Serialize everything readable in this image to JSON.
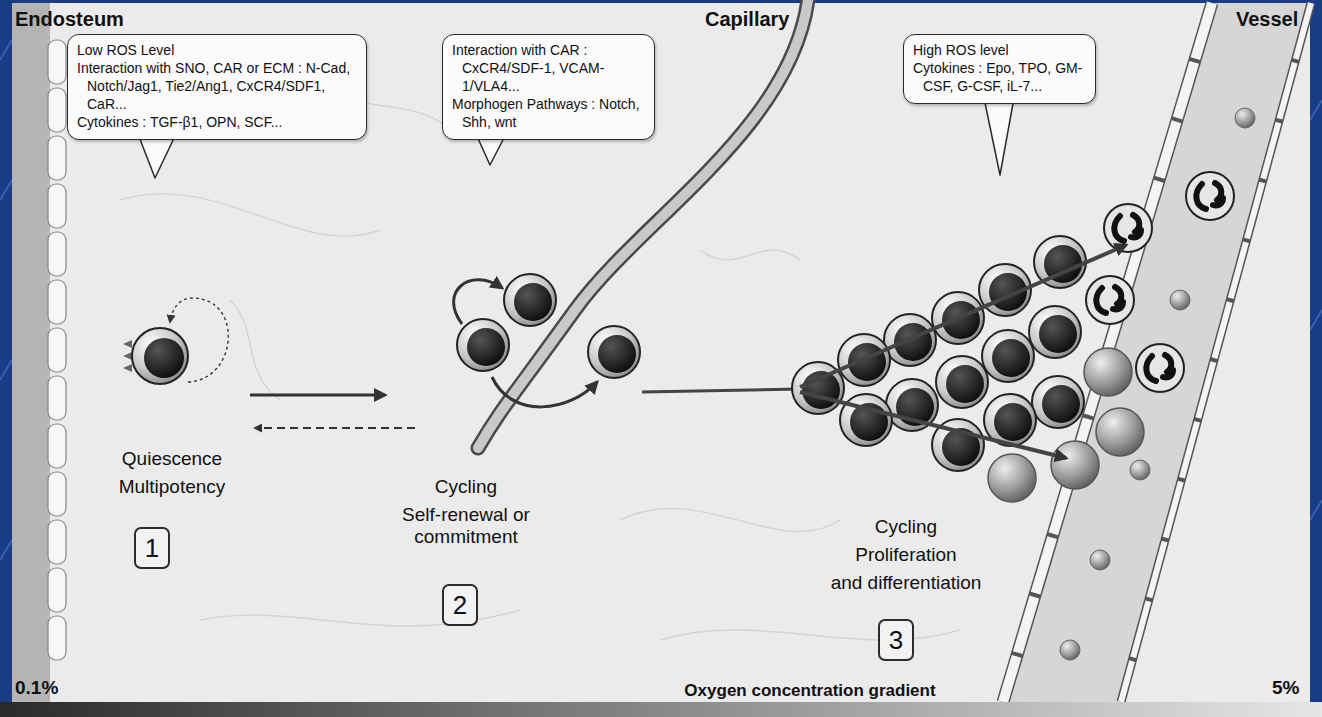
{
  "diagram": {
    "nodes": [
      {
        "text": [
          "Low ROS Level",
          "Interaction with SNO, CAR or ECM : N-Cad, Notch/Jag1, Tie2/Ang1, CxCR4/SDF1, CaR...",
          "Cytokines : TGF-β1, OPN, SCF..."
        ]
      },
      {
        "text": [
          "Interaction with CAR : CxCR4/SDF-1, VCAM-1/VLA4...",
          "Morphogen Pathways : Notch, Shh, wnt"
        ]
      },
      {
        "text": [
          "High ROS level",
          "Cytokines : Epo, TPO, GM-CSF, G-CSF, iL-7..."
        ]
      },
      {
        "text": [
          "1"
        ]
      },
      {
        "text": [
          "2"
        ]
      },
      {
        "text": [
          "3"
        ]
      }
    ],
    "labels": [
      "Endosteum",
      "Capillary",
      "Vessel",
      "Quiescence",
      "Multipotency",
      "Cycling",
      "Self-renewal or commitment",
      "Cycling",
      "Proliferation",
      "and differentiation",
      "0.1%",
      "Oxygen concentration gradient",
      "5%"
    ]
  }
}
